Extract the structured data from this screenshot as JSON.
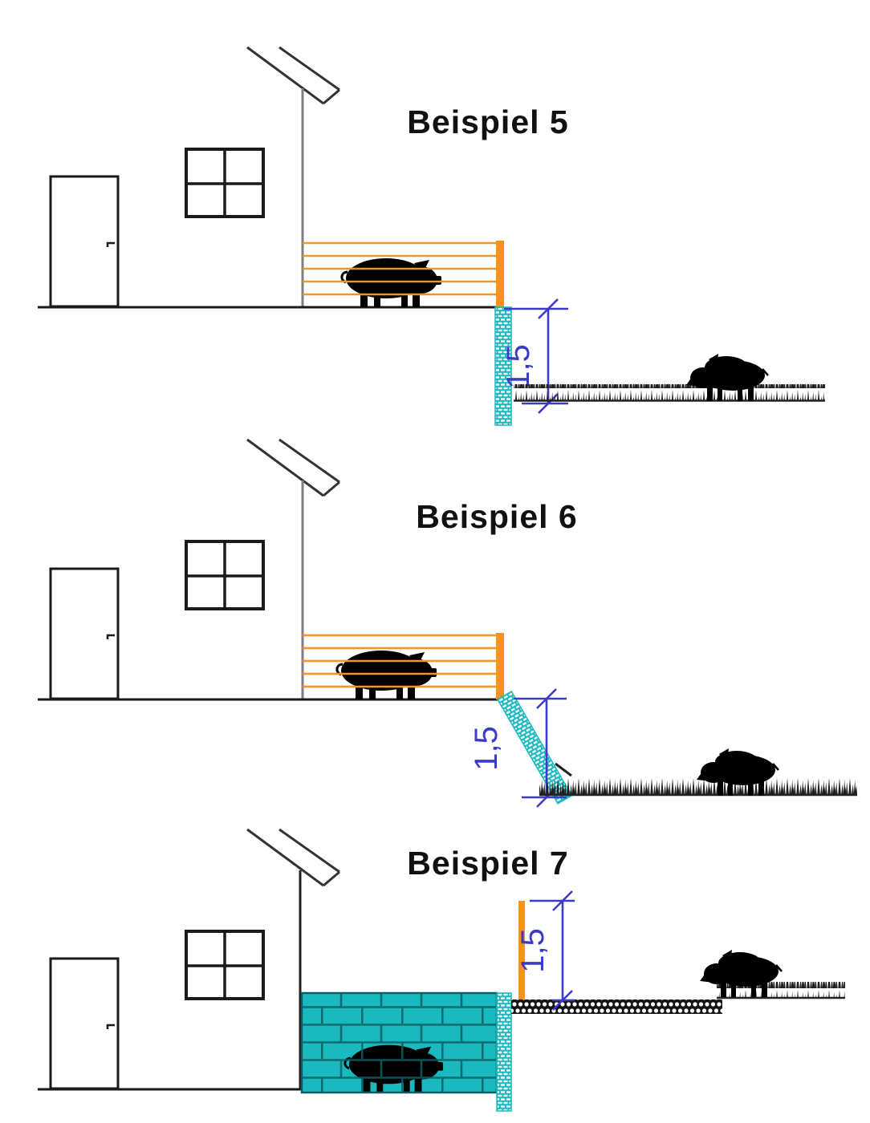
{
  "page": {
    "background": "#ffffff"
  },
  "figure": {
    "examples": [
      {
        "title": "Beispiel 5",
        "dimension_label": "1,5"
      },
      {
        "title": "Beispiel 6",
        "dimension_label": "1,5"
      },
      {
        "title": "Beispiel 7",
        "dimension_label": "1,5"
      }
    ],
    "colors": {
      "fence_orange": "#f6921e",
      "wall_teal": "#19b9bf",
      "brick_joint_teal": "#0b5f64",
      "dimension_blue": "#3b3bc8",
      "outline_black": "#1a1a1a",
      "house_wall_gray": "#7f7f7f",
      "grass_black": "#1e1e1e"
    }
  }
}
